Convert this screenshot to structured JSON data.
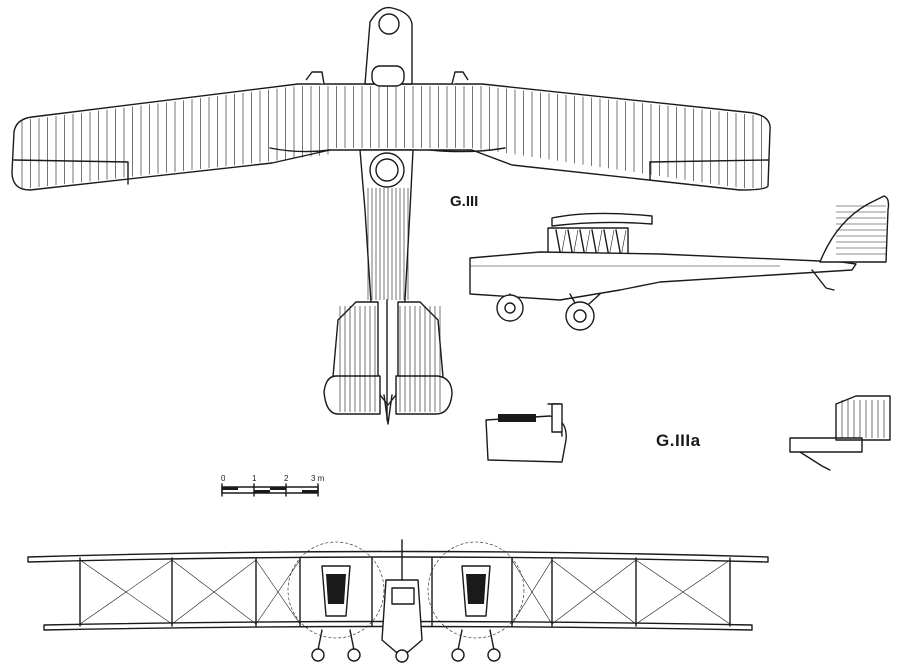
{
  "variants": {
    "g3": "G.III",
    "g3a": "G.IIIa"
  },
  "scale_bar": {
    "ticks": [
      "0",
      "1",
      "2",
      "3 m"
    ]
  }
}
